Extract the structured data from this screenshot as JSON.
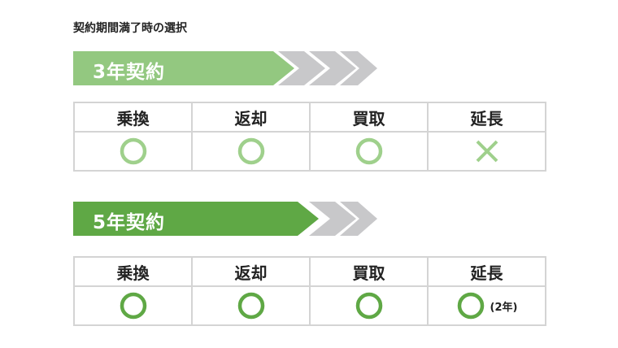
{
  "title": "契約期間満了時の選択",
  "colors": {
    "light_green": "#93c880",
    "dark_green": "#5fa845",
    "chevron_gray": "#c8c8ca"
  },
  "sections": [
    {
      "label": "3年契約",
      "headers": [
        "乗換",
        "返却",
        "買取",
        "延長"
      ],
      "marks": [
        "circle",
        "circle",
        "circle",
        "cross"
      ],
      "notes": [
        "",
        "",
        "",
        ""
      ]
    },
    {
      "label": "5年契約",
      "headers": [
        "乗換",
        "返却",
        "買取",
        "延長"
      ],
      "marks": [
        "circle",
        "circle",
        "circle",
        "circle"
      ],
      "notes": [
        "",
        "",
        "",
        "(2年)"
      ]
    }
  ]
}
